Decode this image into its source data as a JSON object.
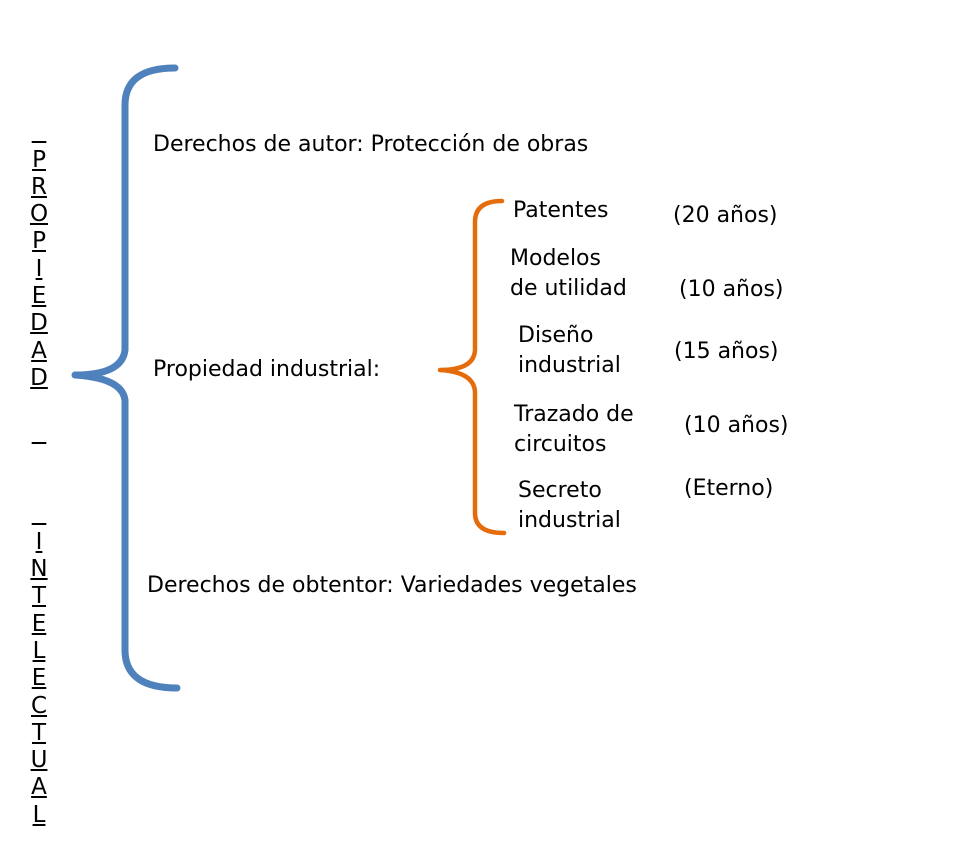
{
  "title": {
    "word1": "PROPIEDAD",
    "word2": "INTELECTUAL"
  },
  "branches": {
    "copyright": "Derechos de autor: Protección de obras",
    "industrial": "Propiedad industrial:",
    "breeder": "Derechos de obtentor: Variedades vegetales"
  },
  "industrial_items": [
    {
      "name": "Patentes",
      "duration": "(20 años)"
    },
    {
      "name": "Modelos\nde utilidad",
      "duration": "(10 años)"
    },
    {
      "name": "Diseño\nindustrial",
      "duration": "(15 años)"
    },
    {
      "name": "Trazado de\ncircuitos",
      "duration": "(10 años)"
    },
    {
      "name": "Secreto\nindustrial",
      "duration": "(Eterno)"
    }
  ],
  "colors": {
    "main_bracket": "#4f81bd",
    "sub_bracket": "#e46c0a",
    "text": "#000000"
  }
}
